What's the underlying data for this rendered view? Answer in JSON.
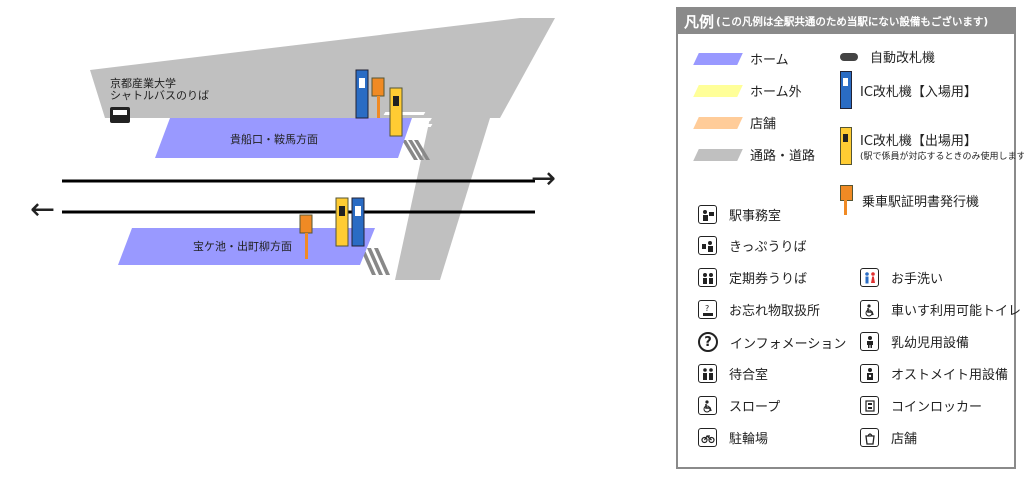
{
  "map": {
    "shuttle_label_line1": "京都産業大学",
    "shuttle_label_line2": "シャトルバスのりば",
    "platform_upper": "貴船口・鞍馬方面",
    "platform_lower": "宝ケ池・出町柳方面",
    "arrow_right": "→",
    "arrow_left": "←"
  },
  "legend": {
    "title": "凡例",
    "note": "(この凡例は全駅共通のため当駅にない設備もございます)",
    "colors": [
      {
        "label": "ホーム",
        "color": "#9999ff"
      },
      {
        "label": "ホーム外",
        "color": "#ffff99"
      },
      {
        "label": "店舗",
        "color": "#ffcc99"
      },
      {
        "label": "通路・道路",
        "color": "#c0c0c0"
      }
    ],
    "gates": [
      {
        "label": "自動改札機"
      },
      {
        "label": "IC改札機【入場用】"
      },
      {
        "label": "IC改札機【出場用】",
        "sub": "(駅で係員が対応するときのみ使用します)"
      },
      {
        "label": "乗車駅証明書発行機"
      }
    ],
    "facilities_left": [
      {
        "label": "駅事務室",
        "icon": "station-office-icon"
      },
      {
        "label": "きっぷうりば",
        "icon": "ticket-office-icon"
      },
      {
        "label": "定期券うりば",
        "icon": "commuter-pass-office-icon"
      },
      {
        "label": "お忘れ物取扱所",
        "icon": "lost-and-found-icon"
      },
      {
        "label": "インフォメーション",
        "icon": "information-icon"
      },
      {
        "label": "待合室",
        "icon": "waiting-room-icon"
      },
      {
        "label": "スロープ",
        "icon": "slope-icon"
      },
      {
        "label": "駐輪場",
        "icon": "bicycle-parking-icon"
      }
    ],
    "facilities_right": [
      {
        "label": "お手洗い",
        "icon": "restroom-icon"
      },
      {
        "label": "車いす利用可能トイレ",
        "icon": "accessible-toilet-icon"
      },
      {
        "label": "乳幼児用設備",
        "icon": "baby-care-icon"
      },
      {
        "label": "オストメイト用設備",
        "icon": "ostomate-icon"
      },
      {
        "label": "コインロッカー",
        "icon": "coin-locker-icon"
      },
      {
        "label": "店舗",
        "icon": "shop-icon"
      }
    ]
  }
}
